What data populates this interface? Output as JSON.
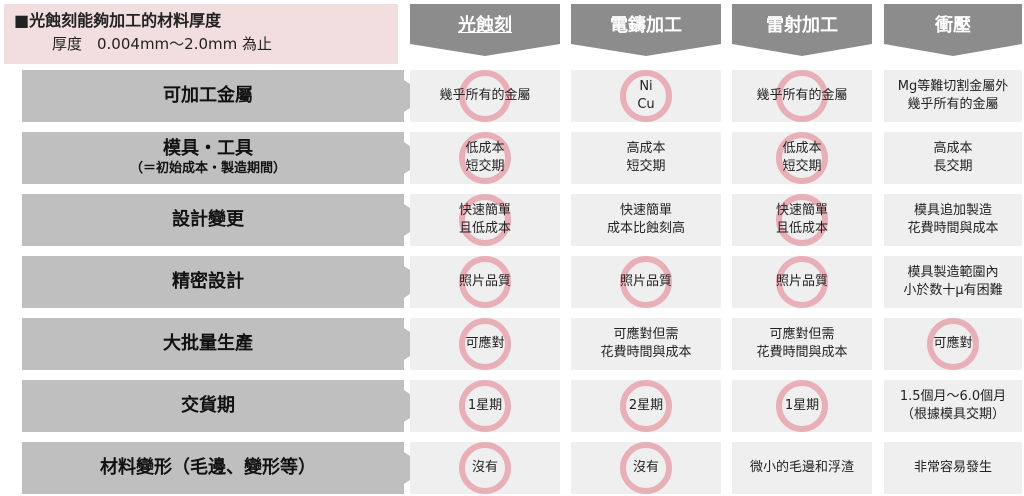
{
  "title": {
    "line1": "■光蝕刻能夠加工的材料厚度",
    "line2": "厚度　0.004mm～2.0mm 為止"
  },
  "columns": [
    {
      "label": "光蝕刻",
      "underline": true
    },
    {
      "label": "電鑄加工",
      "underline": false
    },
    {
      "label": "雷射加工",
      "underline": false
    },
    {
      "label": "衝壓",
      "underline": false
    }
  ],
  "rows": [
    {
      "label": "可加工金屬",
      "sub": "",
      "cells": [
        {
          "text": "幾乎所有的金屬",
          "ring": true
        },
        {
          "text": "Ni\nCu",
          "ring": true
        },
        {
          "text": "幾乎所有的金屬",
          "ring": true
        },
        {
          "text": "Mg等難切割金屬外\n幾乎所有的金屬",
          "ring": false
        }
      ]
    },
    {
      "label": "模具・工具",
      "sub": "（＝初始成本・製造期間）",
      "cells": [
        {
          "text": "低成本\n短交期",
          "ring": true
        },
        {
          "text": "高成本\n短交期",
          "ring": false
        },
        {
          "text": "低成本\n短交期",
          "ring": true
        },
        {
          "text": "高成本\n長交期",
          "ring": false
        }
      ]
    },
    {
      "label": "設計變更",
      "sub": "",
      "cells": [
        {
          "text": "快速簡單\n且低成本",
          "ring": true
        },
        {
          "text": "快速簡單\n成本比蝕刻高",
          "ring": false
        },
        {
          "text": "快速簡單\n且低成本",
          "ring": true
        },
        {
          "text": "模具追加製造\n花費時間與成本",
          "ring": false
        }
      ]
    },
    {
      "label": "精密設計",
      "sub": "",
      "cells": [
        {
          "text": "照片品質",
          "ring": true
        },
        {
          "text": "照片品質",
          "ring": true
        },
        {
          "text": "照片品質",
          "ring": true
        },
        {
          "text": "模具製造範圍內\n小於数十μ有困難",
          "ring": false
        }
      ]
    },
    {
      "label": "大批量生產",
      "sub": "",
      "cells": [
        {
          "text": "可應對",
          "ring": true
        },
        {
          "text": "可應對但需\n花費時間與成本",
          "ring": false
        },
        {
          "text": "可應對但需\n花費時間與成本",
          "ring": false
        },
        {
          "text": "可應對",
          "ring": true
        }
      ]
    },
    {
      "label": "交貨期",
      "sub": "",
      "cells": [
        {
          "text": "1星期",
          "ring": true
        },
        {
          "text": "2星期",
          "ring": true
        },
        {
          "text": "1星期",
          "ring": true
        },
        {
          "text": "1.5個月～6.0個月\n（根據模具交期）",
          "ring": false
        }
      ]
    },
    {
      "label": "材料變形（毛邊、變形等）",
      "sub": "",
      "cells": [
        {
          "text": "沒有",
          "ring": true
        },
        {
          "text": "沒有",
          "ring": true
        },
        {
          "text": "微小的毛邊和浮渣",
          "ring": false
        },
        {
          "text": "非常容易發生",
          "ring": false
        }
      ]
    }
  ],
  "colors": {
    "header_gray": "#8c8c8c",
    "label_gray": "#bfbfbf",
    "cell_bg": "#efefef",
    "ring_pink": "#e8a3ad",
    "title_bg": "#f2dede"
  }
}
